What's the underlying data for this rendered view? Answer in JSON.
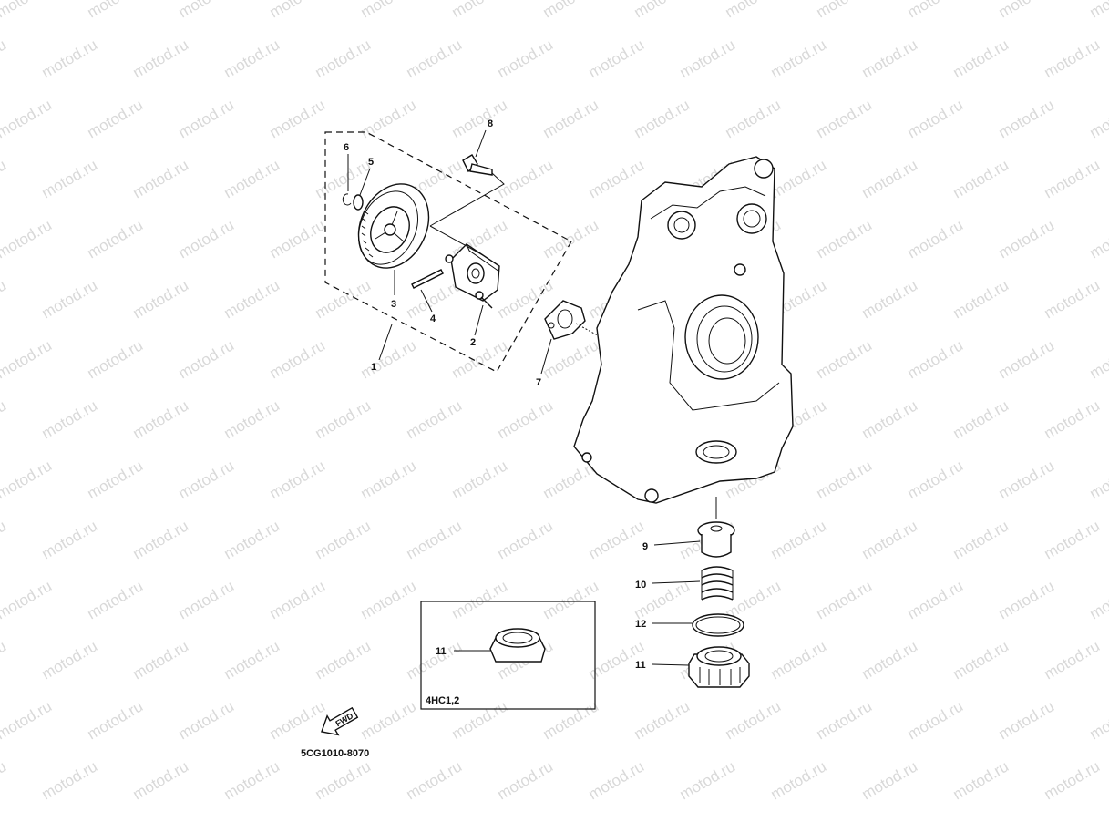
{
  "watermark": {
    "text": "motod.ru"
  },
  "callouts": {
    "c1": "1",
    "c2": "2",
    "c3": "3",
    "c4": "4",
    "c5": "5",
    "c6": "6",
    "c7": "7",
    "c8": "8",
    "c9": "9",
    "c10": "10",
    "c11": "11",
    "c12": "12",
    "c11_inset": "11"
  },
  "inset": {
    "label": "4HC1,2"
  },
  "fwd": {
    "text": "FWD"
  },
  "diagram_code": "5CG1010-8070",
  "icons": {
    "fwd_arrow": "fwd-arrow-icon"
  },
  "colors": {
    "line": "#111111",
    "watermark": "#d9d9d9",
    "background": "#ffffff"
  }
}
